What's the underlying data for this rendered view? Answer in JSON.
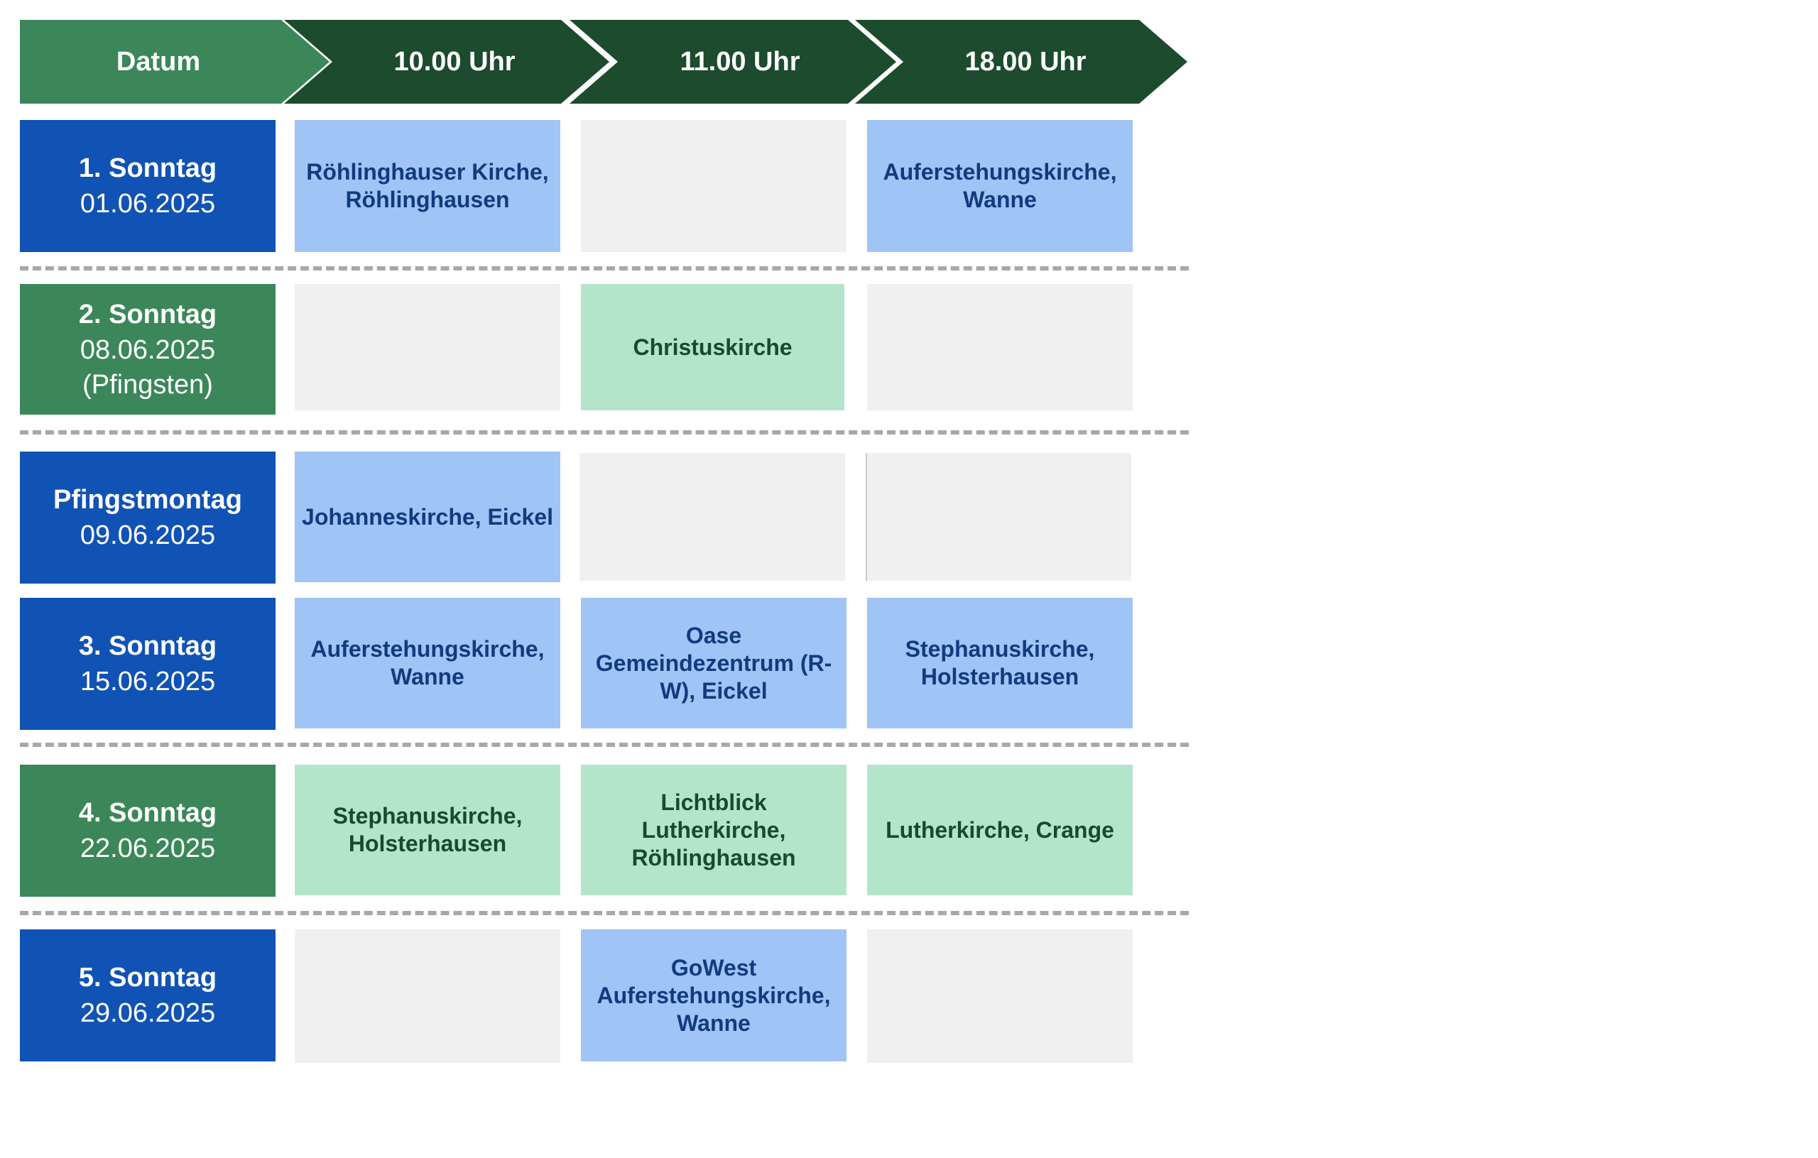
{
  "header": {
    "datum": "Datum",
    "slot1": "10.00 Uhr",
    "slot2": "11.00 Uhr",
    "slot3": "18.00 Uhr",
    "colors": {
      "datum": "#3b875a",
      "slots": "#1c4b2d"
    }
  },
  "rows": [
    {
      "name": "1. Sonntag",
      "date": "01.06.2025",
      "note": "",
      "color": "blue",
      "slots": [
        {
          "text": "Röhlinghauser Kirche, Röhlinghausen",
          "color": "blue"
        },
        {
          "text": "",
          "color": "empty"
        },
        {
          "text": "Auferstehungskirche, Wanne",
          "color": "blue"
        }
      ]
    },
    {
      "name": "2. Sonntag",
      "date": "08.06.2025",
      "note": "(Pfingsten)",
      "color": "green",
      "slots": [
        {
          "text": "",
          "color": "empty"
        },
        {
          "text": "Christuskirche",
          "color": "green"
        },
        {
          "text": "",
          "color": "empty"
        }
      ]
    },
    {
      "name": "Pfingstmontag",
      "date": "09.06.2025",
      "note": "",
      "color": "blue",
      "slots": [
        {
          "text": "Johanneskirche, Eickel",
          "color": "blue"
        },
        {
          "text": "",
          "color": "empty"
        },
        {
          "text": "",
          "color": "empty"
        }
      ]
    },
    {
      "name": "3. Sonntag",
      "date": "15.06.2025",
      "note": "",
      "color": "blue",
      "slots": [
        {
          "text": "Auferstehungskirche, Wanne",
          "color": "blue"
        },
        {
          "text": "Oase Gemeindezentrum (R-W), Eickel",
          "color": "blue"
        },
        {
          "text": "Stephanuskirche, Holsterhausen",
          "color": "blue"
        }
      ]
    },
    {
      "name": "4. Sonntag",
      "date": "22.06.2025",
      "note": "",
      "color": "green",
      "slots": [
        {
          "text": "Stephanuskirche, Holsterhausen",
          "color": "green"
        },
        {
          "text": "Lichtblick Lutherkirche, Röhlinghausen",
          "color": "green"
        },
        {
          "text": "Lutherkirche, Crange",
          "color": "green"
        }
      ]
    },
    {
      "name": "5. Sonntag",
      "date": "29.06.2025",
      "note": "",
      "color": "blue",
      "slots": [
        {
          "text": "",
          "color": "empty"
        },
        {
          "text": "GoWest Auferstehungskirche, Wanne",
          "color": "blue"
        },
        {
          "text": "",
          "color": "empty"
        }
      ]
    }
  ]
}
